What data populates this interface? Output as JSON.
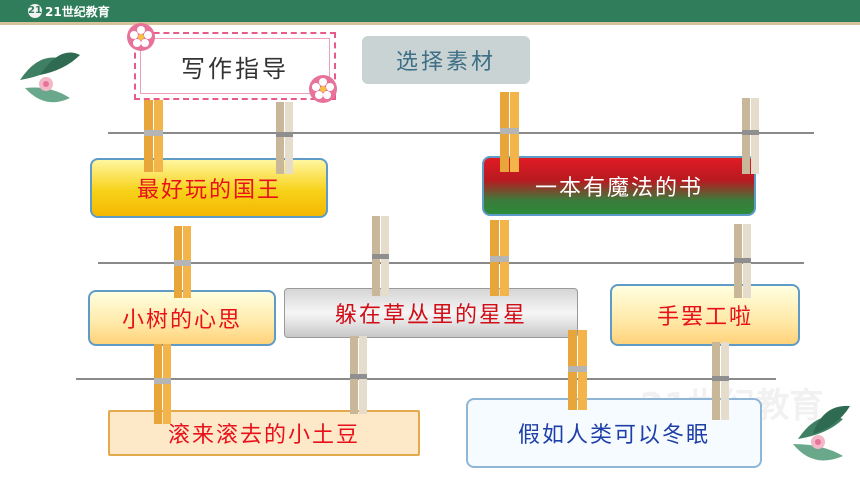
{
  "header": {
    "logo_text": "21世纪教育",
    "logo_mark": "21"
  },
  "guide_title": "写作指导",
  "material_button": "选择素材",
  "topics": [
    "最好玩的国王",
    "一本有魔法的书",
    "小树的心思",
    "躲在草丛里的星星",
    "手罢工啦",
    "滚来滚去的小土豆",
    "假如人类可以冬眠"
  ],
  "watermark": "21世纪教育",
  "colors": {
    "topbar": "#2f7d5a",
    "clip": "#e8a53a",
    "rope": "#8a8a8a",
    "topic_red_text": "#e8101a"
  }
}
